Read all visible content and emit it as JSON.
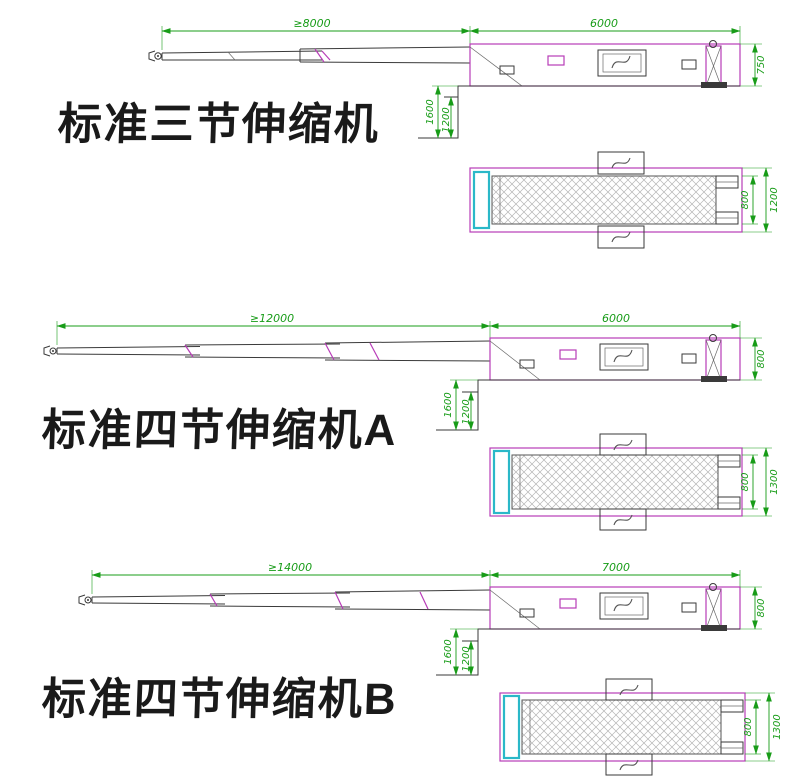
{
  "colors": {
    "dimension": "#189c18",
    "outline": "#b83cb8",
    "cyan": "#2ab8c8",
    "dark": "#3a3a3a"
  },
  "panels": [
    {
      "title": "标准三节伸缩机",
      "side": {
        "reach": "≥8000",
        "base_length": "6000",
        "tail_height": "750",
        "total_height": "1600",
        "dock_height": "1200"
      },
      "plan": {
        "belt_width": "800",
        "overall_width": "1200"
      }
    },
    {
      "title": "标准四节伸缩机A",
      "side": {
        "reach": "≥12000",
        "base_length": "6000",
        "tail_height": "800",
        "total_height": "1600",
        "dock_height": "1200"
      },
      "plan": {
        "belt_width": "800",
        "overall_width": "1300"
      }
    },
    {
      "title": "标准四节伸缩机B",
      "side": {
        "reach": "≥14000",
        "base_length": "7000",
        "tail_height": "800",
        "total_height": "1600",
        "dock_height": "1200"
      },
      "plan": {
        "belt_width": "800",
        "overall_width": "1300"
      }
    }
  ]
}
